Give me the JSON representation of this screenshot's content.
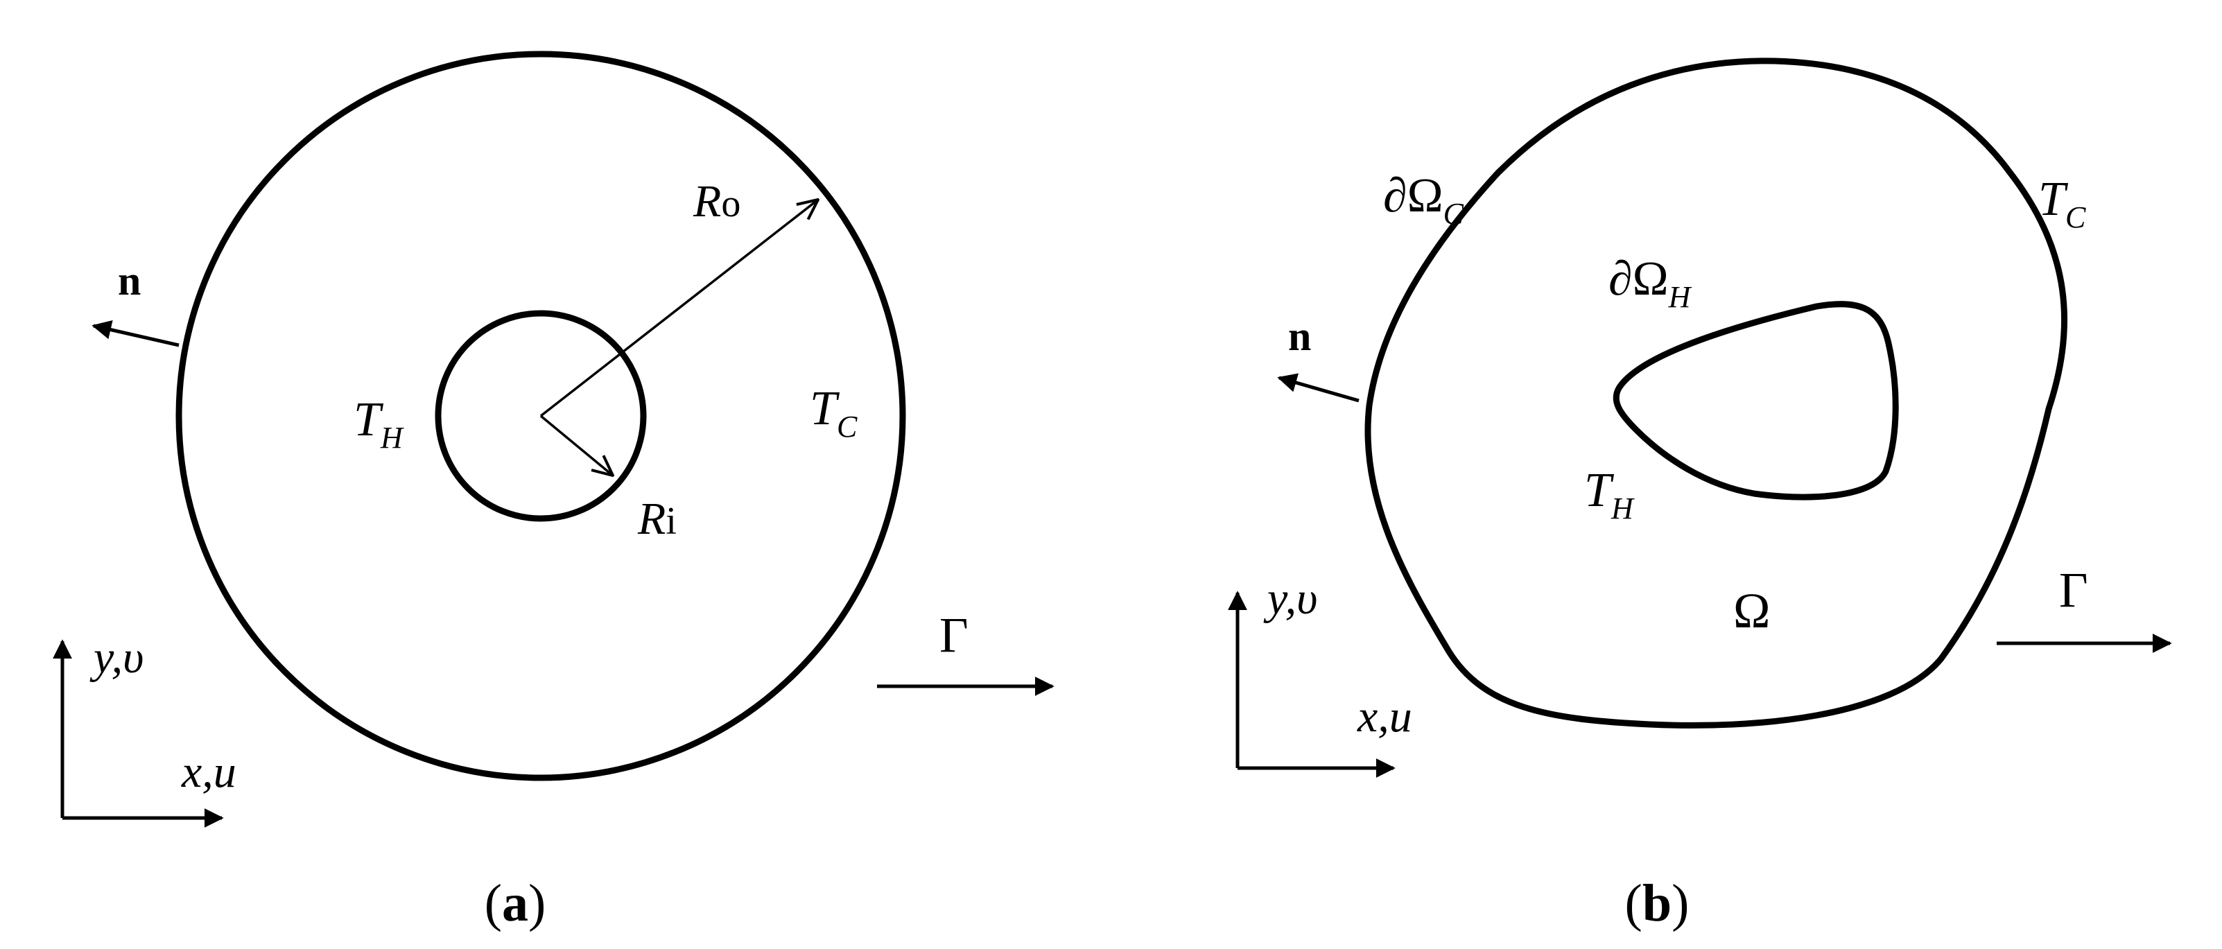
{
  "panel_a": {
    "caption": {
      "open": "(",
      "letter": "a",
      "close": ")"
    },
    "outer_radius": {
      "symbol": "R",
      "sub": "o"
    },
    "inner_radius": {
      "symbol": "R",
      "sub": "i"
    },
    "hot_temp": {
      "symbol": "T",
      "sub": "H"
    },
    "cold_temp": {
      "symbol": "T",
      "sub": "C"
    },
    "normal": "n",
    "flow": "Γ",
    "axis_x": "x,u",
    "axis_y": "y,υ"
  },
  "panel_b": {
    "caption": {
      "open": "(",
      "letter": "b",
      "close": ")"
    },
    "boundary_cold": {
      "symbol": "∂Ω",
      "sub": "C"
    },
    "boundary_hot": {
      "symbol": "∂Ω",
      "sub": "H"
    },
    "hot_temp": {
      "symbol": "T",
      "sub": "H"
    },
    "cold_temp": {
      "symbol": "T",
      "sub": "C"
    },
    "domain": "Ω",
    "normal": "n",
    "flow": "Γ",
    "axis_x": "x,u",
    "axis_y": "y,υ"
  }
}
